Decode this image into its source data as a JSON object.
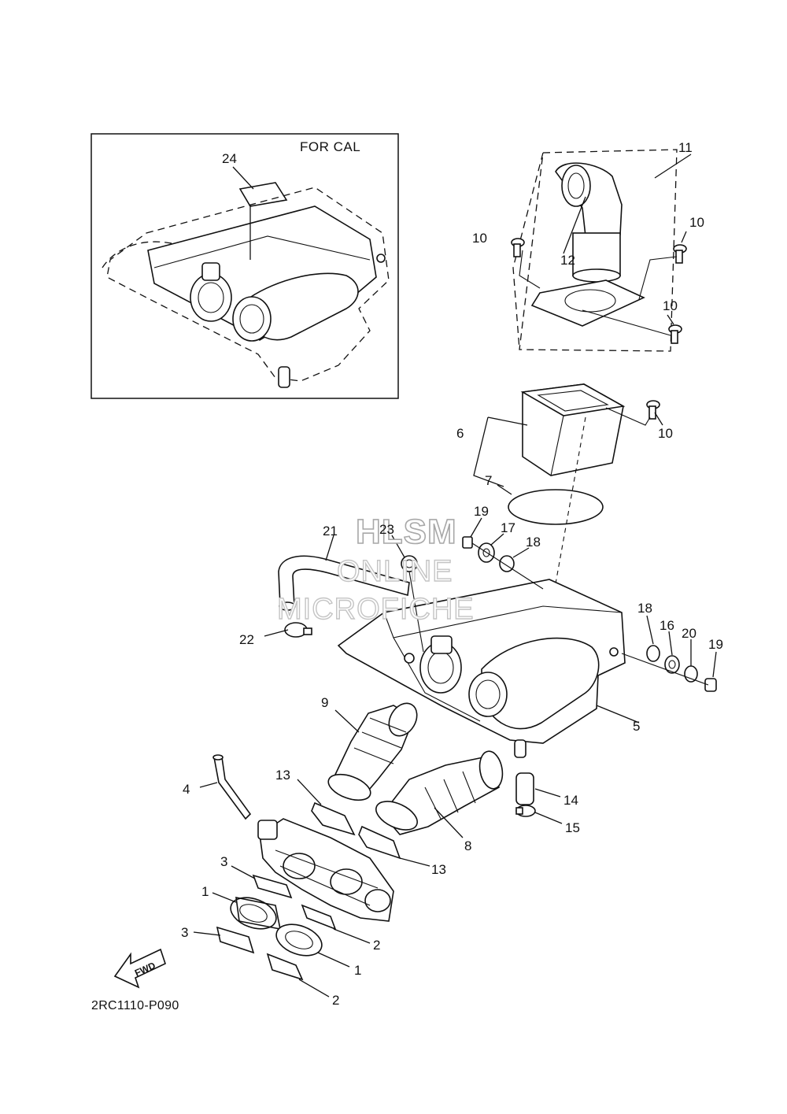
{
  "inset": {
    "title": "FOR CAL"
  },
  "diagram_code": "2RC1110-P090",
  "fwd_arrow": "FWD",
  "watermark": [
    "HLSM",
    "ONLINE",
    "MICROFICHE"
  ],
  "callouts": [
    {
      "id": "c24",
      "text": "24"
    },
    {
      "id": "c11",
      "text": "11"
    },
    {
      "id": "c10a",
      "text": "10"
    },
    {
      "id": "c12",
      "text": "12"
    },
    {
      "id": "c10b",
      "text": "10"
    },
    {
      "id": "c10c",
      "text": "10"
    },
    {
      "id": "c10d",
      "text": "10"
    },
    {
      "id": "c6",
      "text": "6"
    },
    {
      "id": "c7",
      "text": "7"
    },
    {
      "id": "c19a",
      "text": "19"
    },
    {
      "id": "c17",
      "text": "17"
    },
    {
      "id": "c18a",
      "text": "18"
    },
    {
      "id": "c21",
      "text": "21"
    },
    {
      "id": "c23",
      "text": "23"
    },
    {
      "id": "c22",
      "text": "22"
    },
    {
      "id": "c18b",
      "text": "18"
    },
    {
      "id": "c16",
      "text": "16"
    },
    {
      "id": "c20",
      "text": "20"
    },
    {
      "id": "c19b",
      "text": "19"
    },
    {
      "id": "c9",
      "text": "9"
    },
    {
      "id": "c5",
      "text": "5"
    },
    {
      "id": "c4",
      "text": "4"
    },
    {
      "id": "c13a",
      "text": "13"
    },
    {
      "id": "c14",
      "text": "14"
    },
    {
      "id": "c15",
      "text": "15"
    },
    {
      "id": "c8",
      "text": "8"
    },
    {
      "id": "c13b",
      "text": "13"
    },
    {
      "id": "c3a",
      "text": "3"
    },
    {
      "id": "c1a",
      "text": "1"
    },
    {
      "id": "c3b",
      "text": "3"
    },
    {
      "id": "c2a",
      "text": "2"
    },
    {
      "id": "c1b",
      "text": "1"
    },
    {
      "id": "c2b",
      "text": "2"
    }
  ]
}
